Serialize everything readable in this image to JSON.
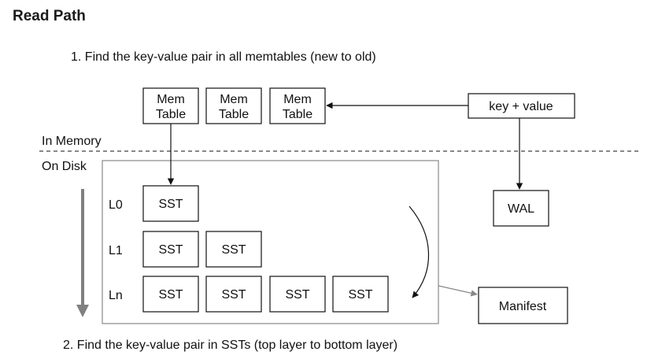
{
  "title": "Read Path",
  "step1": "1. Find the key-value pair in all memtables (new to old)",
  "step2": "2. Find the key-value pair in SSTs (top layer to bottom layer)",
  "memtables": [
    {
      "line1": "Mem",
      "line2": "Table"
    },
    {
      "line1": "Mem",
      "line2": "Table"
    },
    {
      "line1": "Mem",
      "line2": "Table"
    }
  ],
  "key_value": "key + value",
  "in_memory": "In Memory",
  "on_disk": "On Disk",
  "wal": "WAL",
  "manifest": "Manifest",
  "levels": [
    {
      "label": "L0",
      "ssts": [
        "SST"
      ]
    },
    {
      "label": "L1",
      "ssts": [
        "SST",
        "SST"
      ]
    },
    {
      "label": "Ln",
      "ssts": [
        "SST",
        "SST",
        "SST",
        "SST"
      ]
    }
  ],
  "colors": {
    "stroke": "#111111",
    "container": "#888888",
    "big_arrow": "#808080"
  }
}
